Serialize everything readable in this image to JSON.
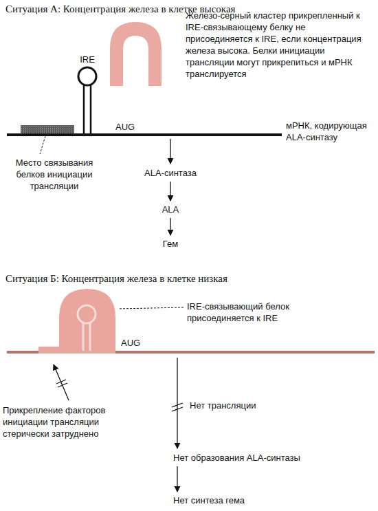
{
  "diagram": {
    "nodes": [
      {
        "text": [
          "ALA-синтаза"
        ]
      },
      {
        "text": [
          "ALA"
        ]
      },
      {
        "text": [
          "Гем"
        ]
      },
      {
        "text": [
          "Нет образования ALA-синтазы"
        ]
      },
      {
        "text": [
          "Нет синтеза гема"
        ]
      }
    ],
    "edges": [
      {
        "from": 0,
        "to": 1,
        "arrow": "to"
      },
      {
        "from": 1,
        "to": 2,
        "arrow": "to"
      },
      {
        "from": 3,
        "to": 4,
        "arrow": "to"
      }
    ],
    "labels": [
      "Ситуация А: Концентрация железа в клетке высокая",
      "IRE",
      "Железо-серный кластер прикрепленный к IRE-связывающему белку не присоединяется к IRE, если концентрация железа высока. Белки инициации трансляции могут прикрепиться и мРНК транслируется",
      "AUG",
      "мРНК, кодирующая ALA-синтазу",
      "Место связывания белков инициации трансляции",
      "Ситуация Б: Концентрация железа в клетке низкая",
      "IRE-связывающий белок присоединяется к IRE",
      "AUG",
      "Прикрепление факторов инициации трансляции стерически затруднено",
      "Нет трансляции"
    ]
  }
}
